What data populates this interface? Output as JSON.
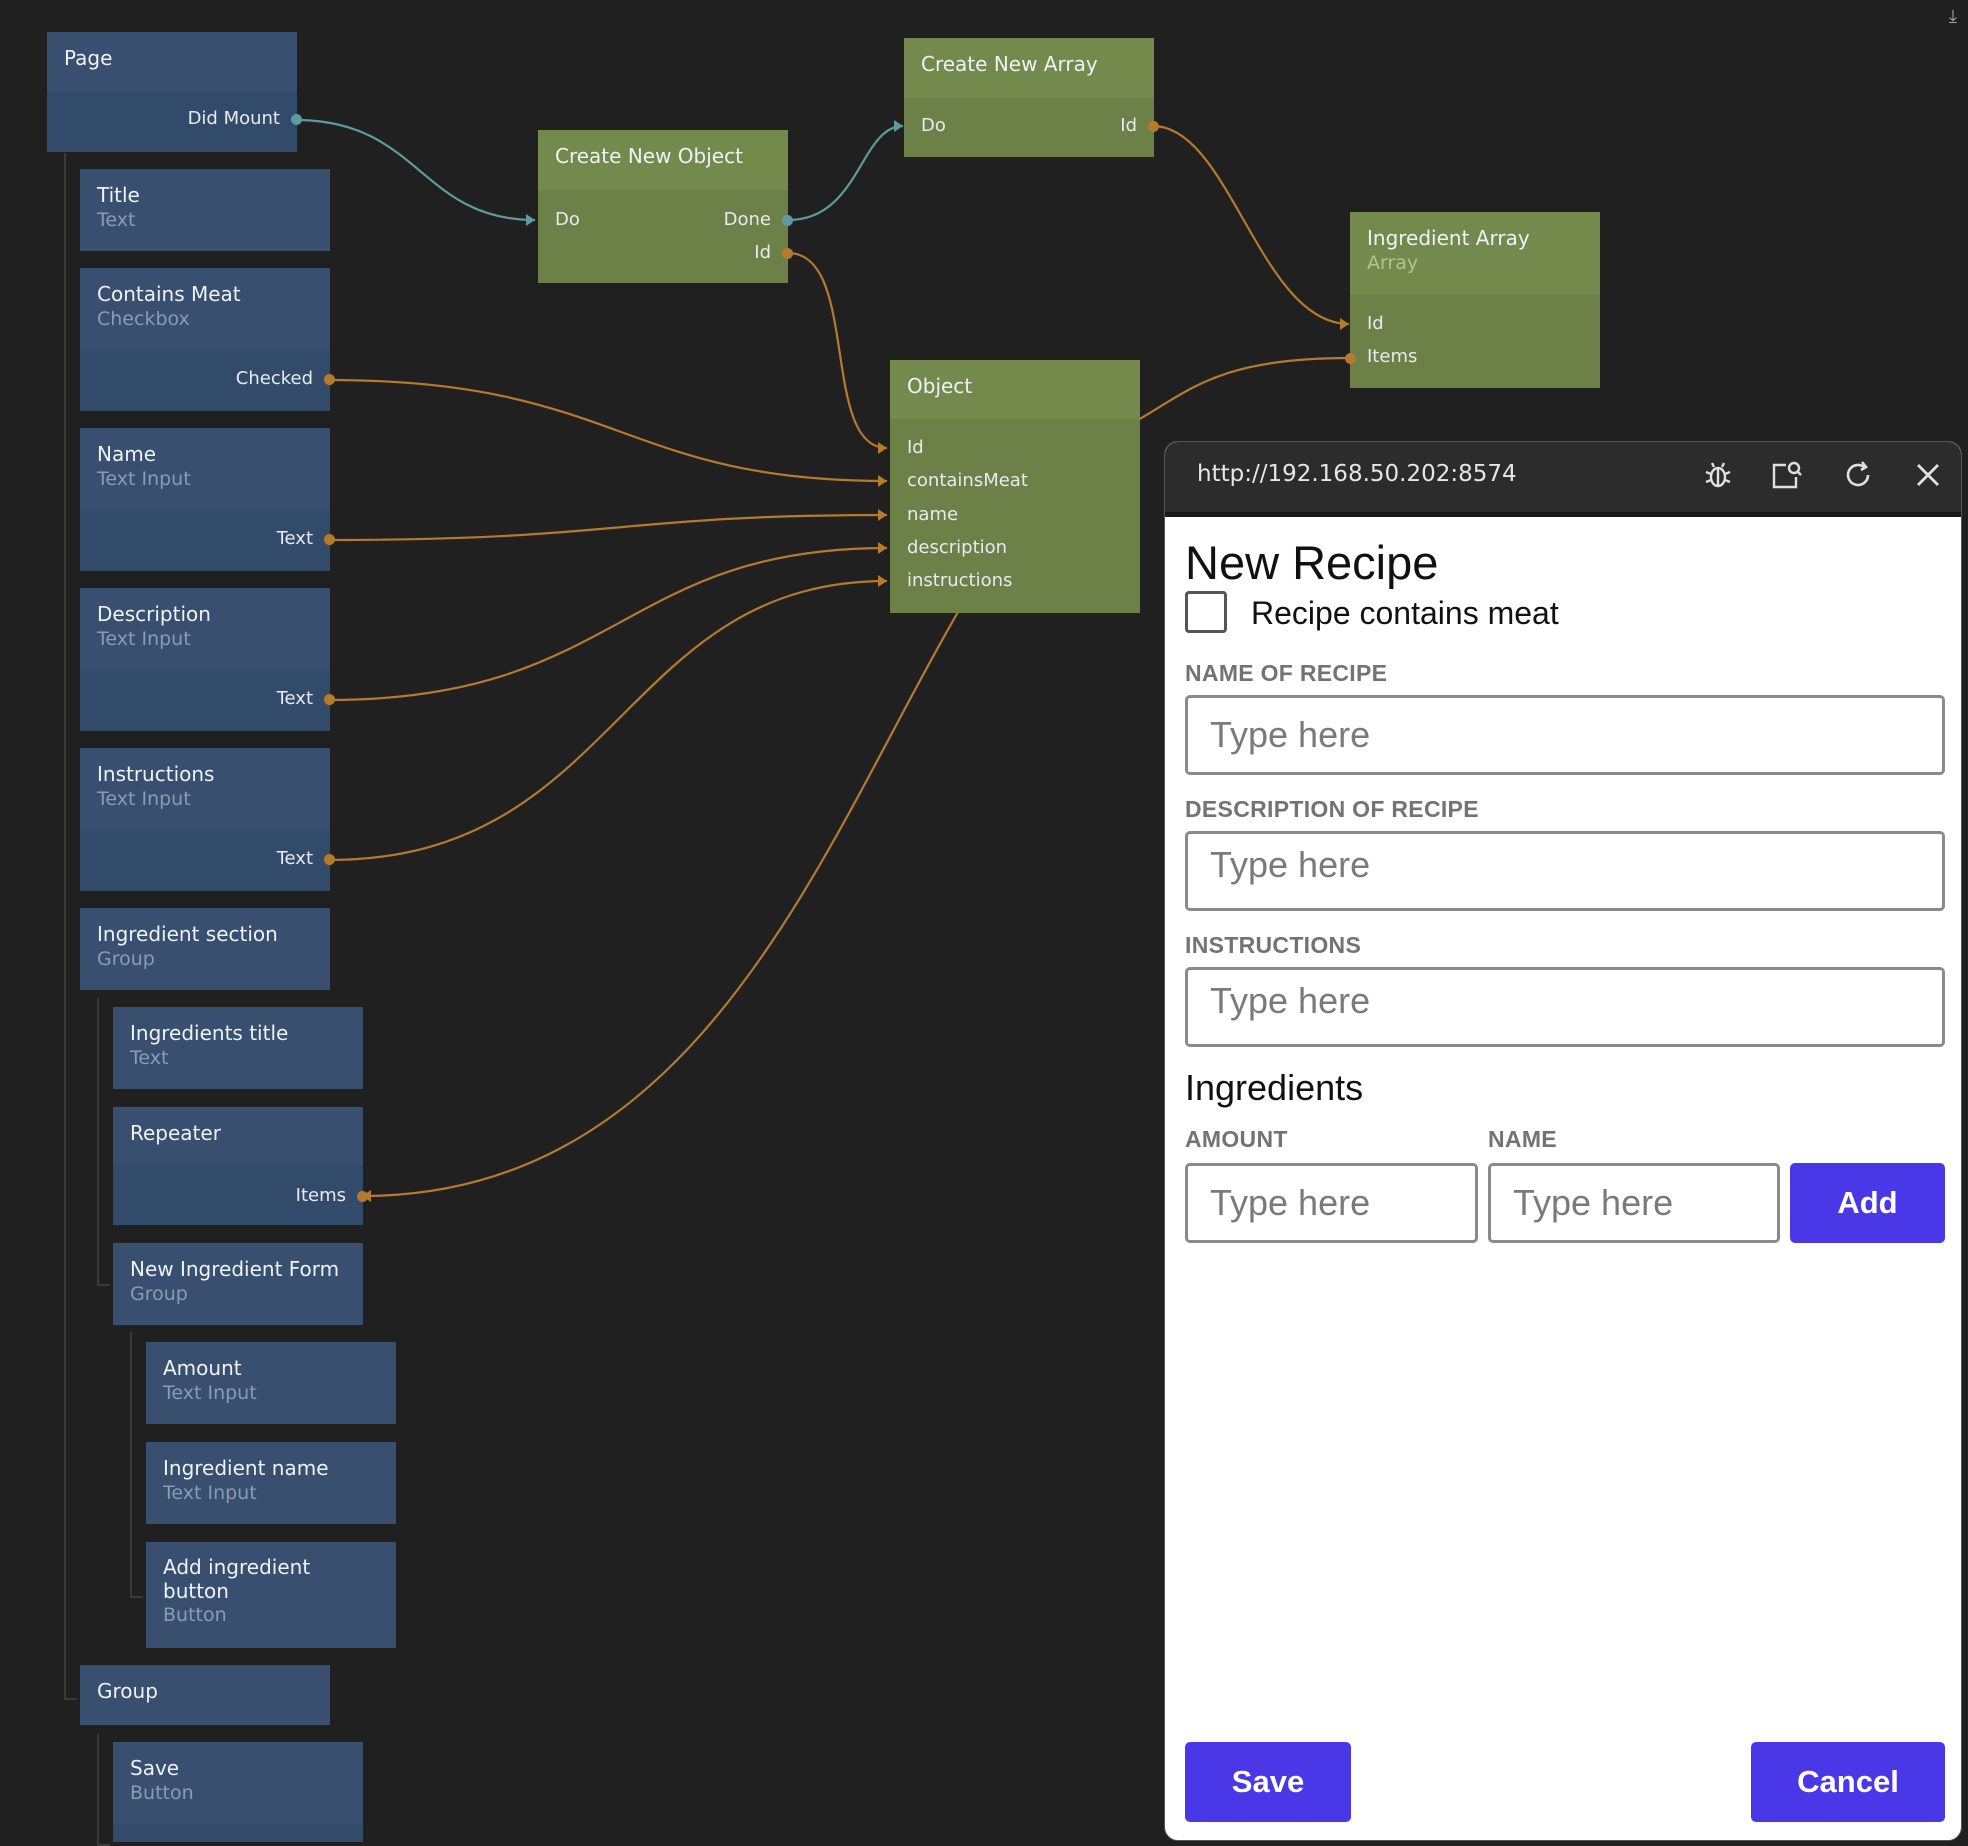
{
  "colors": {
    "canvas_bg": "#202020",
    "visual_node": "#334b6b",
    "logic_node": "#6c8048",
    "signal_wire": "#5d9ba0",
    "data_wire": "#b57a2c",
    "accent_button": "#4a38e8"
  },
  "tree": {
    "page": {
      "title": "Page",
      "port_did_mount": "Did Mount"
    },
    "title_node": {
      "title": "Title",
      "type": "Text"
    },
    "contains_meat": {
      "title": "Contains Meat",
      "type": "Checkbox",
      "port_checked": "Checked"
    },
    "name": {
      "title": "Name",
      "type": "Text Input",
      "port_text": "Text"
    },
    "description": {
      "title": "Description",
      "type": "Text Input",
      "port_text": "Text"
    },
    "instructions": {
      "title": "Instructions",
      "type": "Text Input",
      "port_text": "Text"
    },
    "ingredient_section": {
      "title": "Ingredient section",
      "type": "Group"
    },
    "ingredients_title": {
      "title": "Ingredients title",
      "type": "Text"
    },
    "repeater": {
      "title": "Repeater",
      "port_items": "Items"
    },
    "new_ingredient_form": {
      "title": "New Ingredient Form",
      "type": "Group"
    },
    "amount": {
      "title": "Amount",
      "type": "Text Input"
    },
    "ingredient_name": {
      "title": "Ingredient name",
      "type": "Text Input"
    },
    "add_ingredient_button": {
      "title_line1": "Add ingredient",
      "title_line2": "button",
      "type": "Button"
    },
    "group": {
      "title": "Group"
    },
    "save": {
      "title": "Save",
      "type": "Button"
    }
  },
  "logic": {
    "create_new_object": {
      "title": "Create New Object",
      "port_do": "Do",
      "port_done": "Done",
      "port_id": "Id"
    },
    "create_new_array": {
      "title": "Create New Array",
      "port_do": "Do",
      "port_id": "Id"
    },
    "ingredient_array": {
      "title": "Ingredient Array",
      "type": "Array",
      "port_id": "Id",
      "port_items": "Items"
    },
    "object": {
      "title": "Object",
      "ports": [
        "Id",
        "containsMeat",
        "name",
        "description",
        "instructions"
      ]
    }
  },
  "preview": {
    "url": "http://192.168.50.202:8574",
    "icons": [
      "bug-icon",
      "inspect-icon",
      "refresh-icon",
      "close-icon"
    ],
    "title": "New Recipe",
    "checkbox_label": "Recipe contains meat",
    "checkbox_checked": false,
    "name_label": "NAME OF RECIPE",
    "name_placeholder": "Type here",
    "description_label": "DESCRIPTION OF RECIPE",
    "description_placeholder": "Type here",
    "instructions_label": "INSTRUCTIONS",
    "instructions_placeholder": "Type here",
    "ingredients_heading": "Ingredients",
    "amount_label": "AMOUNT",
    "amount_placeholder": "Type here",
    "ing_name_label": "NAME",
    "ing_name_placeholder": "Type here",
    "add_label": "Add",
    "save_label": "Save",
    "cancel_label": "Cancel"
  }
}
